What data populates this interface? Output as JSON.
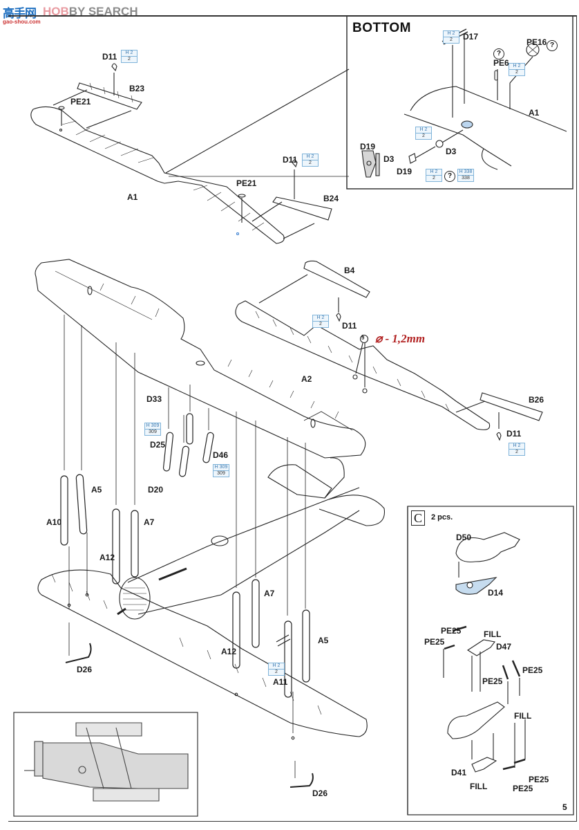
{
  "watermark": {
    "logo_cn": "高手网",
    "brand_prefix": "HOB",
    "brand_rest": "BY SEARCH",
    "url": "gao-shou.com"
  },
  "page_number": "5",
  "colors": {
    "paint_box_border": "#7fb3d9",
    "paint_box_text": "#3a78b0",
    "drill_note": "#b22222",
    "frame": "#333333"
  },
  "inset_bottom": {
    "title": "BOTTOM",
    "labels": {
      "d17": "D17",
      "pe16": "PE16",
      "pe6": "PE6",
      "a1": "A1",
      "d3_a": "D3",
      "d3_b": "D3",
      "d19_a": "D19",
      "d19_b": "D19"
    },
    "paint_refs": [
      {
        "part": "D17",
        "code": "H 2",
        "num": "2"
      },
      {
        "part": "PE6",
        "code": "H 2",
        "num": "2"
      },
      {
        "part": "D3",
        "code": "H 2",
        "num": "2"
      },
      {
        "part": "D19",
        "code": "H 2",
        "num": "2"
      },
      {
        "part": "D19",
        "code": "H 338",
        "num": "338"
      }
    ],
    "unknown_marks": [
      "?",
      "?",
      "?"
    ]
  },
  "upper_wing": {
    "labels": {
      "a1": "A1",
      "b23": "B23",
      "b24": "B24",
      "d11_a": "D11",
      "d11_b": "D11",
      "pe21_a": "PE21",
      "pe21_b": "PE21"
    },
    "paint_refs": [
      {
        "part": "D11",
        "code": "H 2",
        "num": "2"
      },
      {
        "part": "D11",
        "code": "H 2",
        "num": "2"
      }
    ]
  },
  "lower_wing_right": {
    "labels": {
      "a2": "A2",
      "b4": "B4",
      "b26": "B26",
      "d11_a": "D11",
      "d11_b": "D11"
    },
    "paint_refs": [
      {
        "part": "D11",
        "code": "H 2",
        "num": "2"
      },
      {
        "part": "D11",
        "code": "H 2",
        "num": "2"
      }
    ],
    "drill_note": "⌀ - 1,2mm",
    "drill_icon": "§"
  },
  "main_assembly": {
    "labels": {
      "d33": "D33",
      "d25": "D25",
      "d46": "D46",
      "d20": "D20",
      "a10": "A10",
      "a5_a": "A5",
      "a7_a": "A7",
      "a12_a": "A12",
      "a12_b": "A12",
      "a7_b": "A7",
      "a5_b": "A5",
      "a11": "A11",
      "d26_a": "D26",
      "d26_b": "D26"
    },
    "paint_refs": [
      {
        "part": "D25",
        "code": "H 309",
        "num": "309"
      },
      {
        "part": "D46",
        "code": "H 309",
        "num": "309"
      },
      {
        "part": "A11",
        "code": "H 2",
        "num": "2"
      }
    ]
  },
  "step_c": {
    "step_letter": "C",
    "quantity": "2 pcs.",
    "labels": {
      "d50": "D50",
      "d14": "D14",
      "d47": "D47",
      "d41": "D41",
      "pe25_1": "PE25",
      "pe25_2": "PE25",
      "pe25_3": "PE25",
      "pe25_4": "PE25",
      "pe25_5": "PE25",
      "pe25_6": "PE25",
      "fill_1": "FILL",
      "fill_2": "FILL",
      "fill_3": "FILL"
    }
  }
}
